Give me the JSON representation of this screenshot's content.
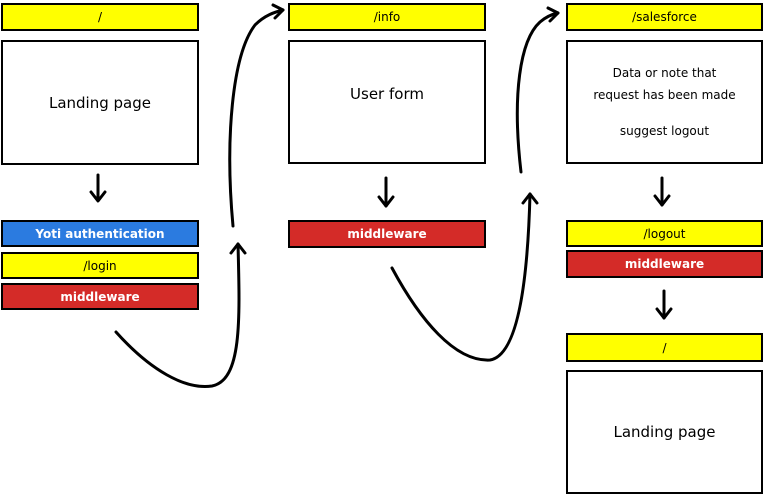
{
  "column1": {
    "route": "/",
    "page": "Landing page",
    "auth": "Yoti authentication",
    "login": "/login",
    "middleware": "middleware"
  },
  "column2": {
    "route": "/info",
    "page": "User form",
    "middleware": "middleware"
  },
  "column3": {
    "route": "/salesforce",
    "page_line1": "Data or note that",
    "page_line2": "request has been made",
    "page_line3": "suggest logout",
    "logout": "/logout",
    "middleware": "middleware",
    "route2": "/",
    "page2": "Landing page"
  }
}
